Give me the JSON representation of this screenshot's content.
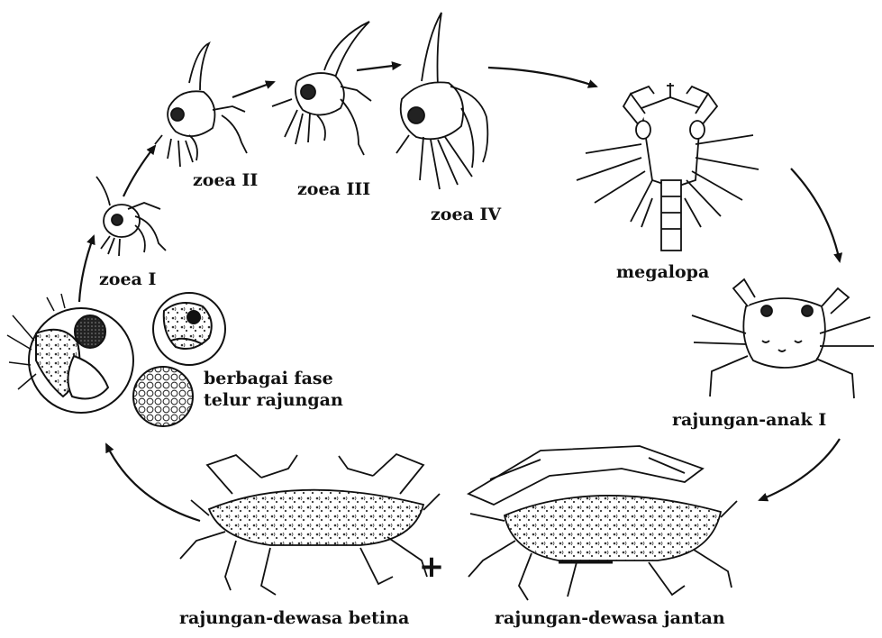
{
  "stages": [
    {
      "id": "zoea-1",
      "label": "zoea I"
    },
    {
      "id": "zoea-2",
      "label": "zoea II"
    },
    {
      "id": "zoea-3",
      "label": "zoea III"
    },
    {
      "id": "zoea-4",
      "label": "zoea IV"
    },
    {
      "id": "megalopa",
      "label": "megalopa"
    },
    {
      "id": "juvenile",
      "label": "rajungan-anak I"
    },
    {
      "id": "adult-male",
      "label": "rajungan-dewasa jantan"
    },
    {
      "id": "adult-female",
      "label": "rajungan-dewasa betina"
    },
    {
      "id": "eggs",
      "label_line1": "berbagai fase",
      "label_line2": "telur rajungan"
    }
  ],
  "plus_symbol": "+",
  "colors": {
    "ink": "#111111",
    "paper": "#ffffff",
    "shade": "#555555"
  }
}
